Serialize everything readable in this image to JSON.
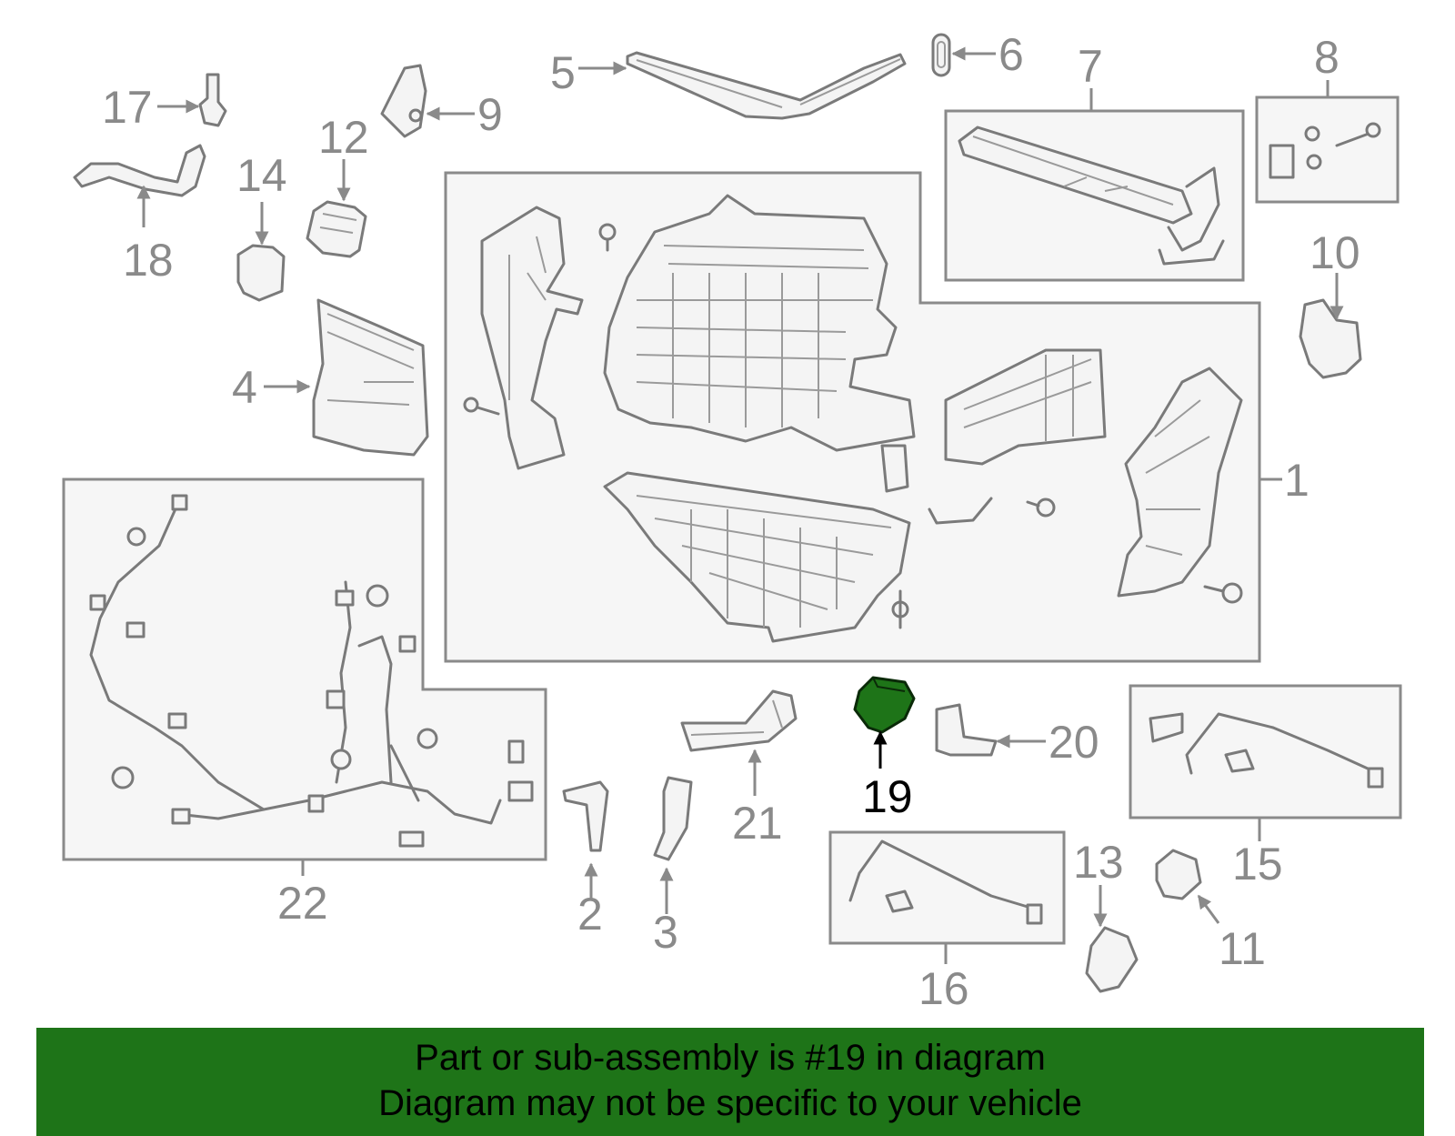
{
  "highlight": {
    "part_number": "19",
    "color": "#1e7418"
  },
  "callouts": [
    "1",
    "2",
    "3",
    "4",
    "5",
    "6",
    "7",
    "8",
    "9",
    "10",
    "11",
    "12",
    "13",
    "14",
    "15",
    "16",
    "17",
    "18",
    "19",
    "20",
    "21",
    "22"
  ],
  "banner": {
    "line1": "Part or sub-assembly is #19 in diagram",
    "line2": "Diagram may not be specific to your vehicle",
    "background": "#1e7418"
  }
}
